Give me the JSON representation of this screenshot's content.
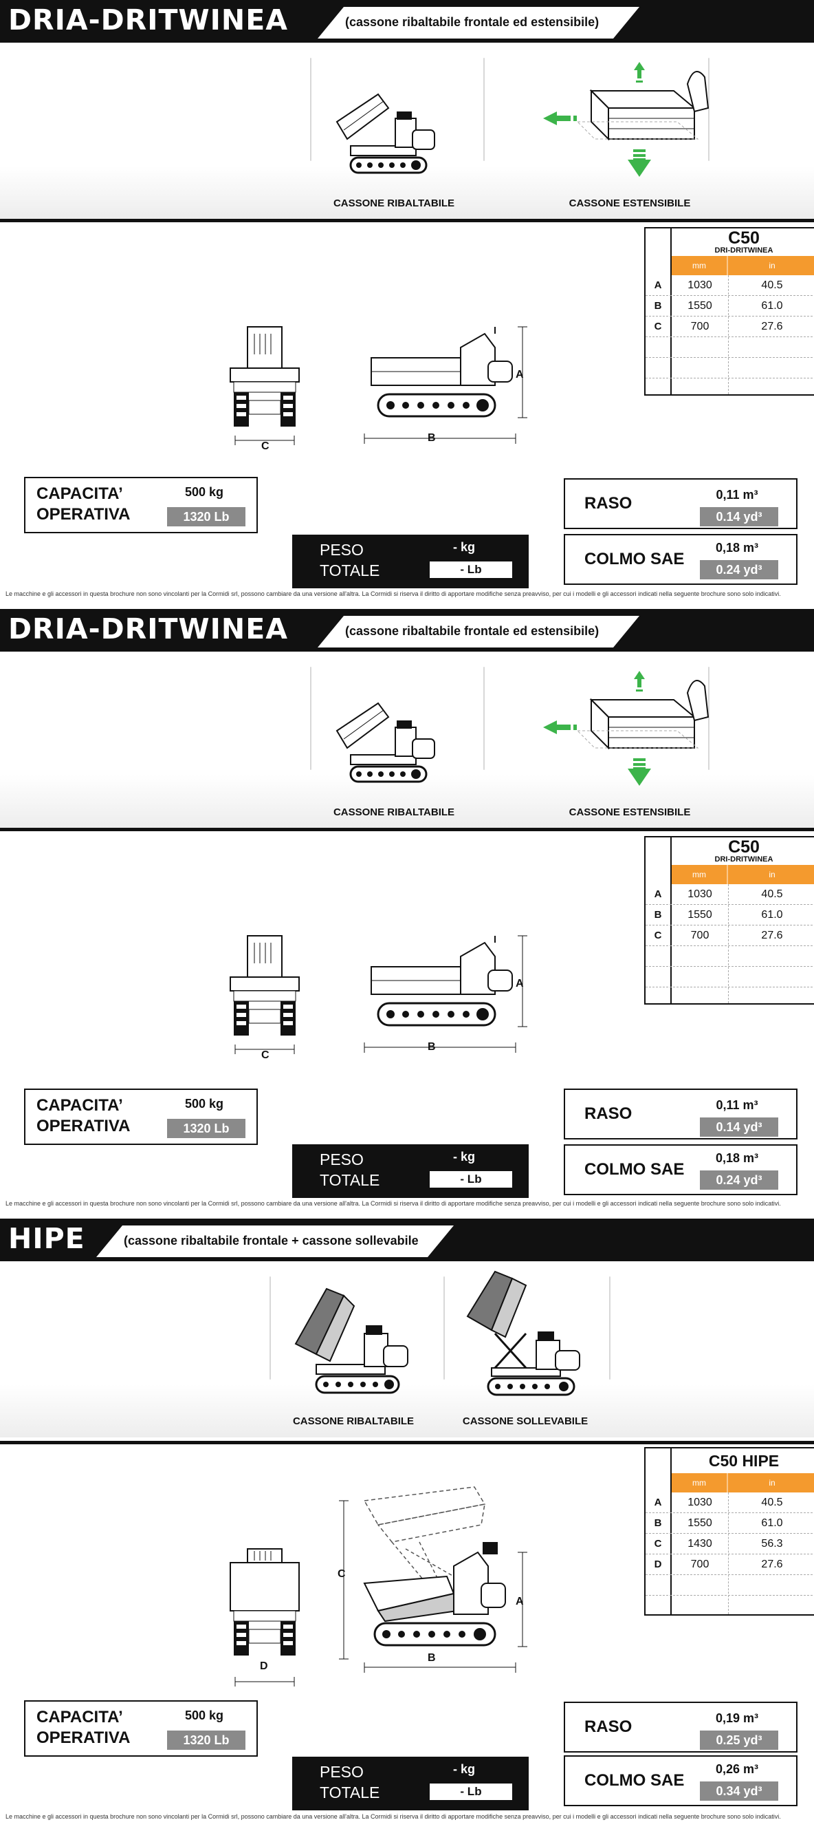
{
  "sections": [
    {
      "title": "DRIA-DRITWINEA",
      "subtitle": "(cassone ribaltabile frontale ed estensibile)",
      "captions": [
        "CASSONE RIBALTABILE",
        "CASSONE ESTENSIBILE"
      ],
      "table": {
        "model": "C50",
        "model_sub": "DRI-DRITWINEA",
        "unit_mm": "mm",
        "unit_in": "in",
        "rows": [
          {
            "k": "A",
            "mm": "1030",
            "in": "40.5"
          },
          {
            "k": "B",
            "mm": "1550",
            "in": "61.0"
          },
          {
            "k": "C",
            "mm": "700",
            "in": "27.6"
          }
        ]
      },
      "dims": {
        "front": "C",
        "side_w": "B",
        "side_h": "A"
      },
      "capacita": {
        "label1": "CAPACITA’",
        "label2": "OPERATIVA",
        "kg": "500 kg",
        "lb": "1320 Lb"
      },
      "peso": {
        "label1": "PESO",
        "label2": "TOTALE",
        "kg": "- kg",
        "lb": "- Lb"
      },
      "raso": {
        "label": "RASO",
        "m3": "0,11 m³",
        "yd3": "0.14 yd³"
      },
      "colmo": {
        "label": "COLMO SAE",
        "m3": "0,18 m³",
        "yd3": "0.24 yd³"
      },
      "disclaimer": "Le macchine e gli accessori in questa brochure non sono vincolanti per la Cormidi srl, possono cambiare da una versione all'altra. La Cormidi si riserva il diritto di apportare modifiche senza preavviso, per cui i modelli e gli accessori indicati nella seguente brochure sono solo indicativi."
    },
    {
      "title": "DRIA-DRITWINEA",
      "subtitle": "(cassone ribaltabile frontale ed estensibile)",
      "captions": [
        "CASSONE RIBALTABILE",
        "CASSONE ESTENSIBILE"
      ],
      "table": {
        "model": "C50",
        "model_sub": "DRI-DRITWINEA",
        "unit_mm": "mm",
        "unit_in": "in",
        "rows": [
          {
            "k": "A",
            "mm": "1030",
            "in": "40.5"
          },
          {
            "k": "B",
            "mm": "1550",
            "in": "61.0"
          },
          {
            "k": "C",
            "mm": "700",
            "in": "27.6"
          }
        ]
      },
      "dims": {
        "front": "C",
        "side_w": "B",
        "side_h": "A"
      },
      "capacita": {
        "label1": "CAPACITA’",
        "label2": "OPERATIVA",
        "kg": "500 kg",
        "lb": "1320 Lb"
      },
      "peso": {
        "label1": "PESO",
        "label2": "TOTALE",
        "kg": "- kg",
        "lb": "- Lb"
      },
      "raso": {
        "label": "RASO",
        "m3": "0,11 m³",
        "yd3": "0.14 yd³"
      },
      "colmo": {
        "label": "COLMO SAE",
        "m3": "0,18 m³",
        "yd3": "0.24 yd³"
      },
      "disclaimer": "Le macchine e gli accessori in questa brochure non sono vincolanti per la Cormidi srl, possono cambiare da una versione all'altra. La Cormidi si riserva il diritto di apportare modifiche senza preavviso, per cui i modelli e gli accessori indicati nella seguente brochure sono solo indicativi."
    },
    {
      "title": "HIPE",
      "subtitle": "(cassone ribaltabile frontale + cassone sollevabile",
      "captions": [
        "CASSONE RIBALTABILE",
        "CASSONE SOLLEVABILE"
      ],
      "table": {
        "model": "C50 HIPE",
        "unit_mm": "mm",
        "unit_in": "in",
        "rows": [
          {
            "k": "A",
            "mm": "1030",
            "in": "40.5"
          },
          {
            "k": "B",
            "mm": "1550",
            "in": "61.0"
          },
          {
            "k": "C",
            "mm": "1430",
            "in": "56.3"
          },
          {
            "k": "D",
            "mm": "700",
            "in": "27.6"
          }
        ]
      },
      "dims": {
        "front": "D",
        "side_w": "B",
        "side_h": "A",
        "lift": "C"
      },
      "capacita": {
        "label1": "CAPACITA’",
        "label2": "OPERATIVA",
        "kg": "500 kg",
        "lb": "1320 Lb"
      },
      "peso": {
        "label1": "PESO",
        "label2": "TOTALE",
        "kg": "- kg",
        "lb": "- Lb"
      },
      "raso": {
        "label": "RASO",
        "m3": "0,19 m³",
        "yd3": "0.25 yd³"
      },
      "colmo": {
        "label": "COLMO SAE",
        "m3": "0,26 m³",
        "yd3": "0.34 yd³"
      },
      "disclaimer": "Le macchine e gli accessori in questa brochure non sono vincolanti per la Cormidi srl, possono cambiare da una versione all'altra. La Cormidi si riserva il diritto di apportare modifiche senza preavviso, per cui i modelli e gli accessori indicati nella seguente brochure sono solo indicativi."
    }
  ],
  "colors": {
    "accent": "#f49a2e",
    "arrow": "#3cb44a",
    "grey_box": "#8a8a8a",
    "band": "#111111"
  }
}
